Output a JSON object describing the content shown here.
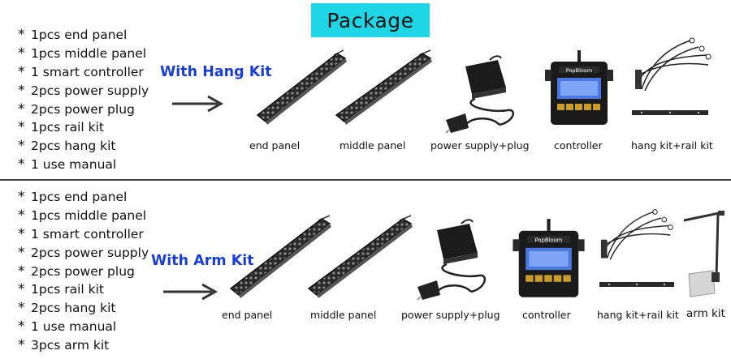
{
  "title": "Package",
  "sections": [
    {
      "kit_label": "With Hang Kit",
      "items": [
        "1pcs end panel",
        "1pcs middle panel",
        "1 smart controller",
        "2pcs power supply",
        "2pcs power plug",
        "1pcs rail kit",
        "2pcs hang kit",
        "1 use manual"
      ],
      "captions": {
        "end_panel": "end panel",
        "middle_panel": "middle panel",
        "power_supply": "power supply+plug",
        "controller": "controller",
        "hang_kit": "hang kit+rail kit"
      }
    },
    {
      "kit_label": "With Arm Kit",
      "items": [
        "1pcs end panel",
        "1pcs middle panel",
        "1 smart controller",
        "2pcs power supply",
        "2pcs power plug",
        "1pcs rail kit",
        "2pcs hang kit",
        "1 use manual",
        "3pcs arm kit"
      ],
      "captions": {
        "end_panel": "end panel",
        "middle_panel": "middle panel",
        "power_supply": "power supply+plug",
        "controller": "controller",
        "hang_kit": "hang kit+rail kit",
        "arm_kit": "arm kit"
      }
    }
  ],
  "controller_brand": "PopBloom",
  "icons": [
    "right-arrow-icon",
    "led-panel-image",
    "power-adapter-image",
    "controller-image",
    "hang-kit-image",
    "rail-image",
    "arm-kit-image"
  ],
  "colors": {
    "title_bg": "#1fd6e6",
    "kit_label": "#1a3fd0",
    "divider": "#444444"
  }
}
